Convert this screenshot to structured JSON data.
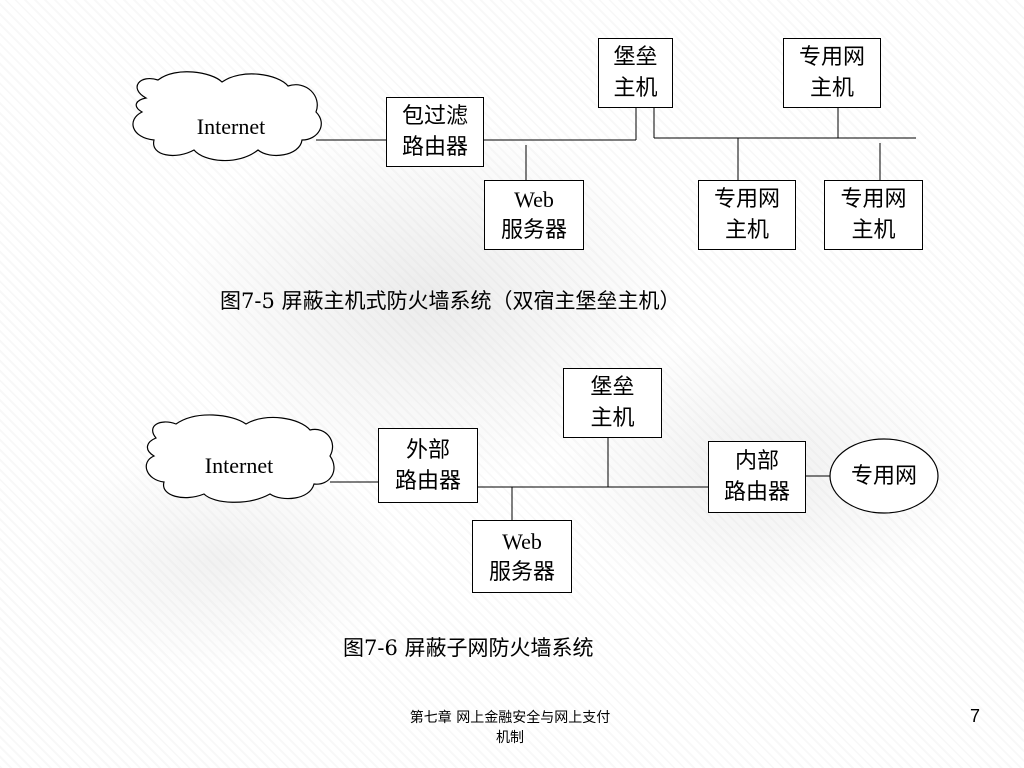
{
  "diagram1": {
    "internet": "Internet",
    "router": [
      "包过滤",
      "路由器"
    ],
    "bastion": [
      "堡垒",
      "主机"
    ],
    "private_top": [
      "专用网",
      "主机"
    ],
    "web": [
      "Web",
      "服务器"
    ],
    "private_bottom_left": [
      "专用网",
      "主机"
    ],
    "private_bottom_right": [
      "专用网",
      "主机"
    ],
    "caption": "图7-5 屏蔽主机式防火墙系统（双宿主堡垒主机）"
  },
  "diagram2": {
    "internet": "Internet",
    "outer_router": [
      "外部",
      "路由器"
    ],
    "bastion": [
      "堡垒",
      "主机"
    ],
    "inner_router": [
      "内部",
      "路由器"
    ],
    "private_net": "专用网",
    "web": [
      "Web",
      "服务器"
    ],
    "caption": "图7-6 屏蔽子网防火墙系统"
  },
  "footer": {
    "line1": "第七章 网上金融安全与网上支付",
    "line2": "机制",
    "page": "7"
  }
}
